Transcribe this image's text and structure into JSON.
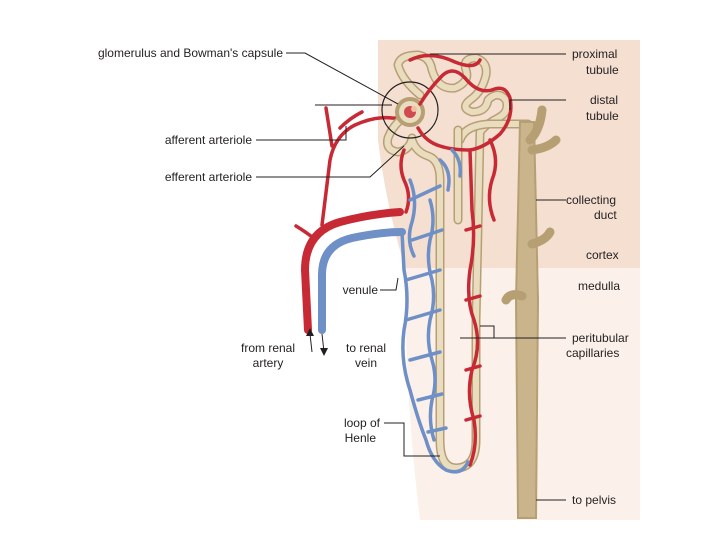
{
  "colors": {
    "cortex": "#f4dfd1",
    "tubule": "#b79f74",
    "tubule_inner": "#e9dcbf",
    "artery": "#c72a34",
    "vein": "#6f8fc7",
    "text": "#231f20"
  },
  "labels": {
    "glomerulus": "glomerulus and Bowman's capsule",
    "afferent": "afferent arteriole",
    "efferent": "efferent arteriole",
    "proximal_1": "proximal",
    "proximal_2": "tubule",
    "distal_1": "distal",
    "distal_2": "tubule",
    "collecting_1": "collecting",
    "collecting_2": "duct",
    "cortex": "cortex",
    "medulla": "medulla",
    "venule": "venule",
    "from_renal_1": "from renal",
    "from_renal_2": "artery",
    "to_renal_1": "to renal",
    "to_renal_2": "vein",
    "peritubular_1": "peritubular",
    "peritubular_2": "capillaries",
    "loop_1": "loop of",
    "loop_2": "Henle",
    "pelvis": "to pelvis"
  }
}
